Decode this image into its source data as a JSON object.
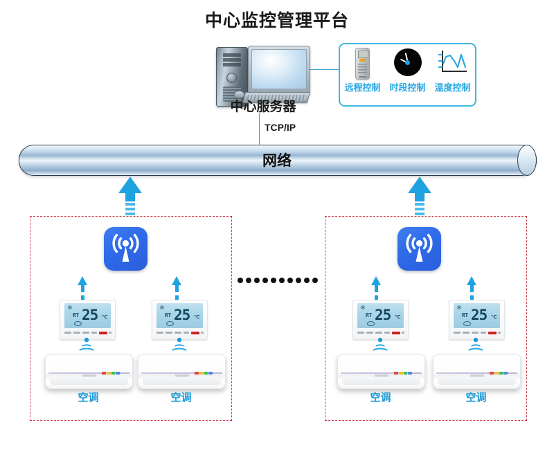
{
  "title": "中心监控管理平台",
  "server": {
    "label": "中心服务器",
    "icon": "desktop-computer-icon"
  },
  "features": {
    "items": [
      {
        "label": "远程控制",
        "icon": "remote-control-icon"
      },
      {
        "label": "时段控制",
        "icon": "clock-icon"
      },
      {
        "label": "温度控制",
        "icon": "temperature-chart-icon"
      }
    ],
    "border_color": "#3fb6e3",
    "label_color": "#29a8e0"
  },
  "connection": {
    "protocol_label": "TCP/IP",
    "line_color": "#3fa3d6"
  },
  "network": {
    "label": "网络",
    "fill_start": "#f3f8fc",
    "fill_end": "#8eadcb",
    "border_color": "#2d3b4a"
  },
  "groups": [
    {
      "id": "group-left",
      "border_color": "#c8394b",
      "uplink": {
        "icon": "up-arrow-icon",
        "color": "#1fa3e0"
      },
      "access_point": {
        "icon": "wireless-access-point-icon",
        "color": "#2f6ae8"
      },
      "nodes": [
        {
          "thermostat": {
            "icon": "thermostat-icon",
            "reading_prefix": "RT",
            "temperature": "25",
            "unit": "℃",
            "mode_icon": "fan-icon"
          },
          "signal": {
            "icon": "signal-waves-icon",
            "color": "#2aa8e0"
          },
          "device": {
            "label": "空调",
            "icon": "air-conditioner-icon"
          }
        },
        {
          "thermostat": {
            "icon": "thermostat-icon",
            "reading_prefix": "RT",
            "temperature": "25",
            "unit": "℃",
            "mode_icon": "fan-icon"
          },
          "signal": {
            "icon": "signal-waves-icon",
            "color": "#2aa8e0"
          },
          "device": {
            "label": "空调",
            "icon": "air-conditioner-icon"
          }
        }
      ]
    },
    {
      "id": "group-right",
      "border_color": "#c8394b",
      "uplink": {
        "icon": "up-arrow-icon",
        "color": "#1fa3e0"
      },
      "access_point": {
        "icon": "wireless-access-point-icon",
        "color": "#2f6ae8"
      },
      "nodes": [
        {
          "thermostat": {
            "icon": "thermostat-icon",
            "reading_prefix": "RT",
            "temperature": "25",
            "unit": "℃",
            "mode_icon": "fan-icon"
          },
          "signal": {
            "icon": "signal-waves-icon",
            "color": "#2aa8e0"
          },
          "device": {
            "label": "空调",
            "icon": "air-conditioner-icon"
          }
        },
        {
          "thermostat": {
            "icon": "thermostat-icon",
            "reading_prefix": "RT",
            "temperature": "25",
            "unit": "℃",
            "mode_icon": "fan-icon"
          },
          "signal": {
            "icon": "signal-waves-icon",
            "color": "#2aa8e0"
          },
          "device": {
            "label": "空调",
            "icon": "air-conditioner-icon"
          }
        }
      ]
    }
  ],
  "ellipsis": {
    "dot_count": 10,
    "meaning": "more-groups"
  }
}
